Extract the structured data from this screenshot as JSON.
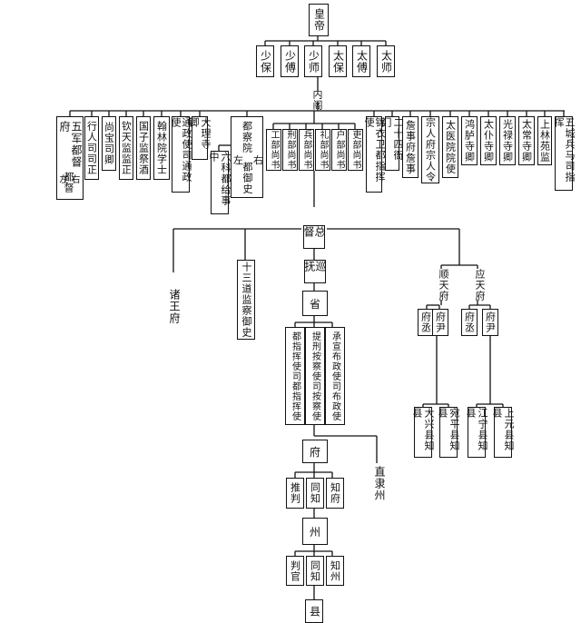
{
  "emperor": "皇帝",
  "titles": [
    "少保",
    "少傅",
    "少师",
    "太保",
    "太傅",
    "太师"
  ],
  "neige": "内阁",
  "court_row": [
    "五军都督府",
    "行人司司正",
    "尚宝司卿",
    "钦天监监正",
    "国子监祭酒",
    "翰林院学士",
    "通政使司通政使",
    "大理寺卿",
    "都察院",
    "锦衣卫都指挥使",
    "二十四衙门",
    "詹事府詹事",
    "宗人府宗人令",
    "太医院院使",
    "鸿胪寺卿",
    "太仆寺卿",
    "光禄寺卿",
    "太常寺卿",
    "上林苑监",
    "五城兵马司指挥"
  ],
  "dudufu_sub": {
    "left": "左",
    "right": "右",
    "title": "都督"
  },
  "duchayuan_sub": {
    "left": "左",
    "right": "右",
    "title": "都御史"
  },
  "liuke": "六科都给事中",
  "ministries": [
    "工部尚书",
    "刑部尚书",
    "兵部尚书",
    "礼部尚书",
    "户部尚书",
    "吏部尚书"
  ],
  "zongdu": "总督",
  "xunfu": "巡抚",
  "sheng": "省",
  "zhuwang": "诸王府",
  "jiancha": "十三道监察御史",
  "province_offices": [
    "都指挥使司都指挥使",
    "提刑按察使司按察使",
    "承宣布政使司布政使"
  ],
  "fu": "府",
  "zhilizhou": "直隶州",
  "fu_officials": [
    "推判",
    "同知",
    "知府"
  ],
  "zhou": "州",
  "zhou_officials": [
    "判官",
    "同知",
    "知州"
  ],
  "xian": "县",
  "shuntian": {
    "name": "顺天府",
    "cheng": "府丞",
    "yin": "府尹",
    "counties": [
      "大兴县知县",
      "宛平县知县"
    ]
  },
  "yingtian": {
    "name": "应天府",
    "cheng": "府丞",
    "yin": "府尹",
    "counties": [
      "江宁县知县",
      "上元县知县"
    ]
  }
}
